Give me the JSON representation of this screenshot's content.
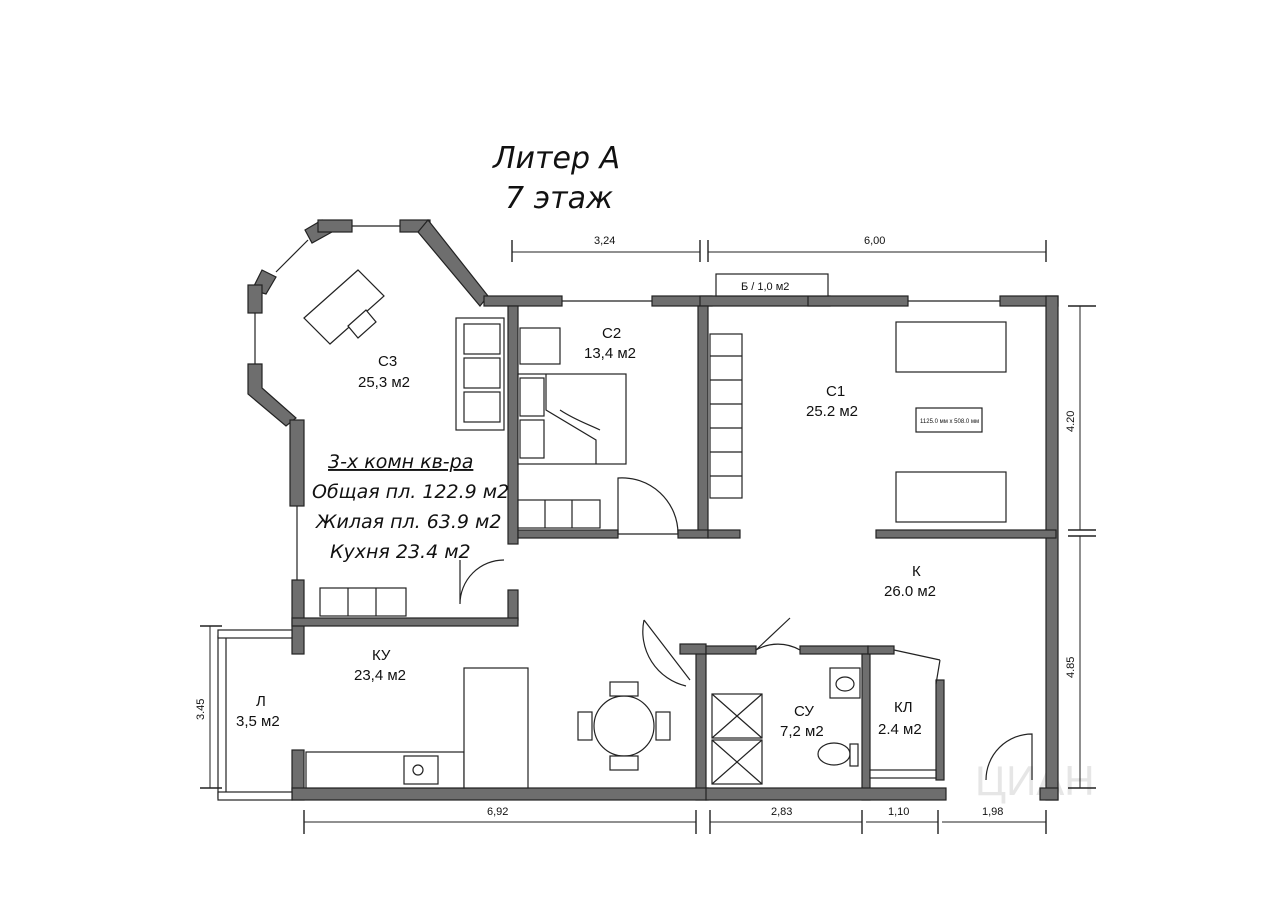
{
  "title": {
    "line1": "Литер А",
    "line2": "7 этаж"
  },
  "summary": {
    "heading": "3-х комн кв-ра",
    "total": "Общая пл. 122.9 м2",
    "living": "Жилая пл. 63.9 м2",
    "kitchen": "Кухня 23.4 м2"
  },
  "rooms": {
    "c3": {
      "name": "С3",
      "area": "25,3 м2"
    },
    "c2": {
      "name": "С2",
      "area": "13,4 м2"
    },
    "c1": {
      "name": "С1",
      "area": "25.2 м2"
    },
    "k": {
      "name": "К",
      "area": "26.0 м2"
    },
    "ku": {
      "name": "КУ",
      "area": "23,4 м2"
    },
    "l": {
      "name": "Л",
      "area": "3,5 м2"
    },
    "su": {
      "name": "СУ",
      "area": "7,2 м2"
    },
    "kl": {
      "name": "КЛ",
      "area": "2.4 м2"
    }
  },
  "balcony_label": "Б / 1,0 м2",
  "tv_label": "1125.0 мм x 508.0 мм",
  "dimensions": {
    "top_c2": "3,24",
    "top_c1": "6,00",
    "right_upper": "4.20",
    "right_lower": "4.85",
    "left_loggia": "3.45",
    "bottom_kitchen": "6,92",
    "bottom_su": "2,83",
    "bottom_kl": "1,10",
    "bottom_hall": "1,98"
  },
  "watermark": "ЦИАН"
}
